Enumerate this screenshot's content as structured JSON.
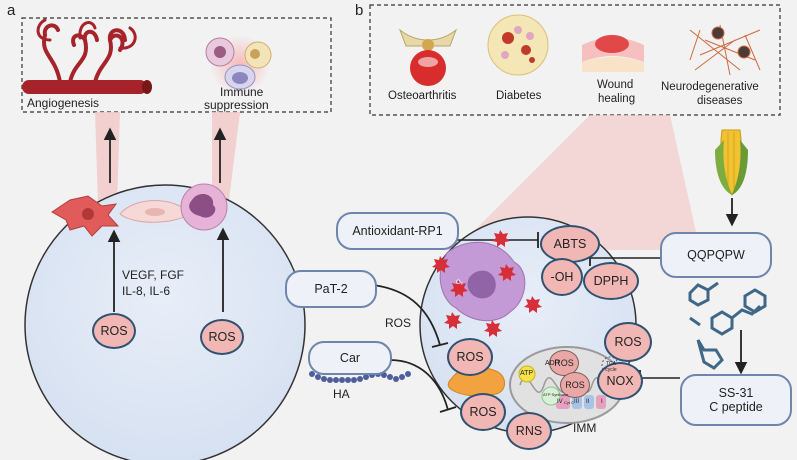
{
  "panels": {
    "a": "a",
    "b": "b"
  },
  "panel_a": {
    "top_labels": {
      "angiogenesis": "Angiogenesis",
      "immune_line1": "Immune",
      "immune_line2": "suppression"
    },
    "factors_line1": "VEGF, FGF",
    "factors_line2": "IL-8, IL-6",
    "ros_left": "ROS",
    "ros_right": "ROS"
  },
  "panel_b": {
    "diseases": [
      {
        "line1": "Osteoarthritis",
        "line2": ""
      },
      {
        "line1": "Diabetes",
        "line2": ""
      },
      {
        "line1": "Wound",
        "line2": "healing"
      },
      {
        "line1": "Neurodegenerative",
        "line2": "diseases"
      }
    ],
    "left_agents": {
      "rp1": "Antioxidant-RP1",
      "pat2": "PaT-2",
      "car": "Car",
      "ha": "HA",
      "ros_label": "ROS"
    },
    "right_agents": {
      "qqpqpw": "QQPQPW",
      "ss31_line1": "SS-31",
      "ss31_line2": "C peptide"
    },
    "nodes": {
      "abts": "ABTS",
      "oh": "-OH",
      "dpph": "DPPH",
      "ros_mid": "ROS",
      "ros_low": "ROS",
      "rns": "RNS",
      "ros_right": "ROS",
      "nox": "NOX",
      "mito_ros1": "ROS",
      "mito_ros2": "ROS",
      "atp": "ATP",
      "adp": "ADP",
      "tca": "TCA cycle",
      "imm": "IMM",
      "atp_synthase": "ATP Synthase",
      "cyt_c": "Cyt C",
      "complexes": [
        "I",
        "II",
        "III",
        "IV"
      ],
      "o2_radical": "O₂"
    }
  }
}
